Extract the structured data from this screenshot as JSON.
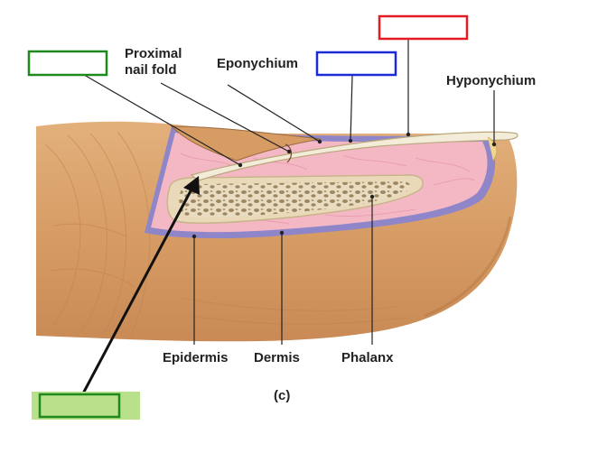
{
  "labels": {
    "proximal_nail_fold_line1": "Proximal",
    "proximal_nail_fold_line2": "nail fold",
    "eponychium": "Eponychium",
    "hyponychium": "Hyponychium",
    "epidermis": "Epidermis",
    "dermis": "Dermis",
    "phalanx": "Phalanx",
    "panel": "(c)"
  },
  "answer_boxes": [
    {
      "id": "green-top-left",
      "color": "#1e8a1e",
      "fill": "#ffffff"
    },
    {
      "id": "red-top",
      "color": "#e31b23",
      "fill": "#ffffff"
    },
    {
      "id": "blue-top",
      "color": "#1b2bd6",
      "fill": "#ffffff"
    },
    {
      "id": "green-bottom-left",
      "color": "#1e8a1e",
      "fill": "#b9e08a"
    }
  ],
  "colors": {
    "skin": "#d9a06b",
    "skin_dark": "#b97d4a",
    "dermis": "#f4b8c4",
    "epidermis_layer": "#8f86c9",
    "bone_cortex": "#ead9b8",
    "bone_spongy": "#a08c6a",
    "nail": "#f3ecd8"
  }
}
